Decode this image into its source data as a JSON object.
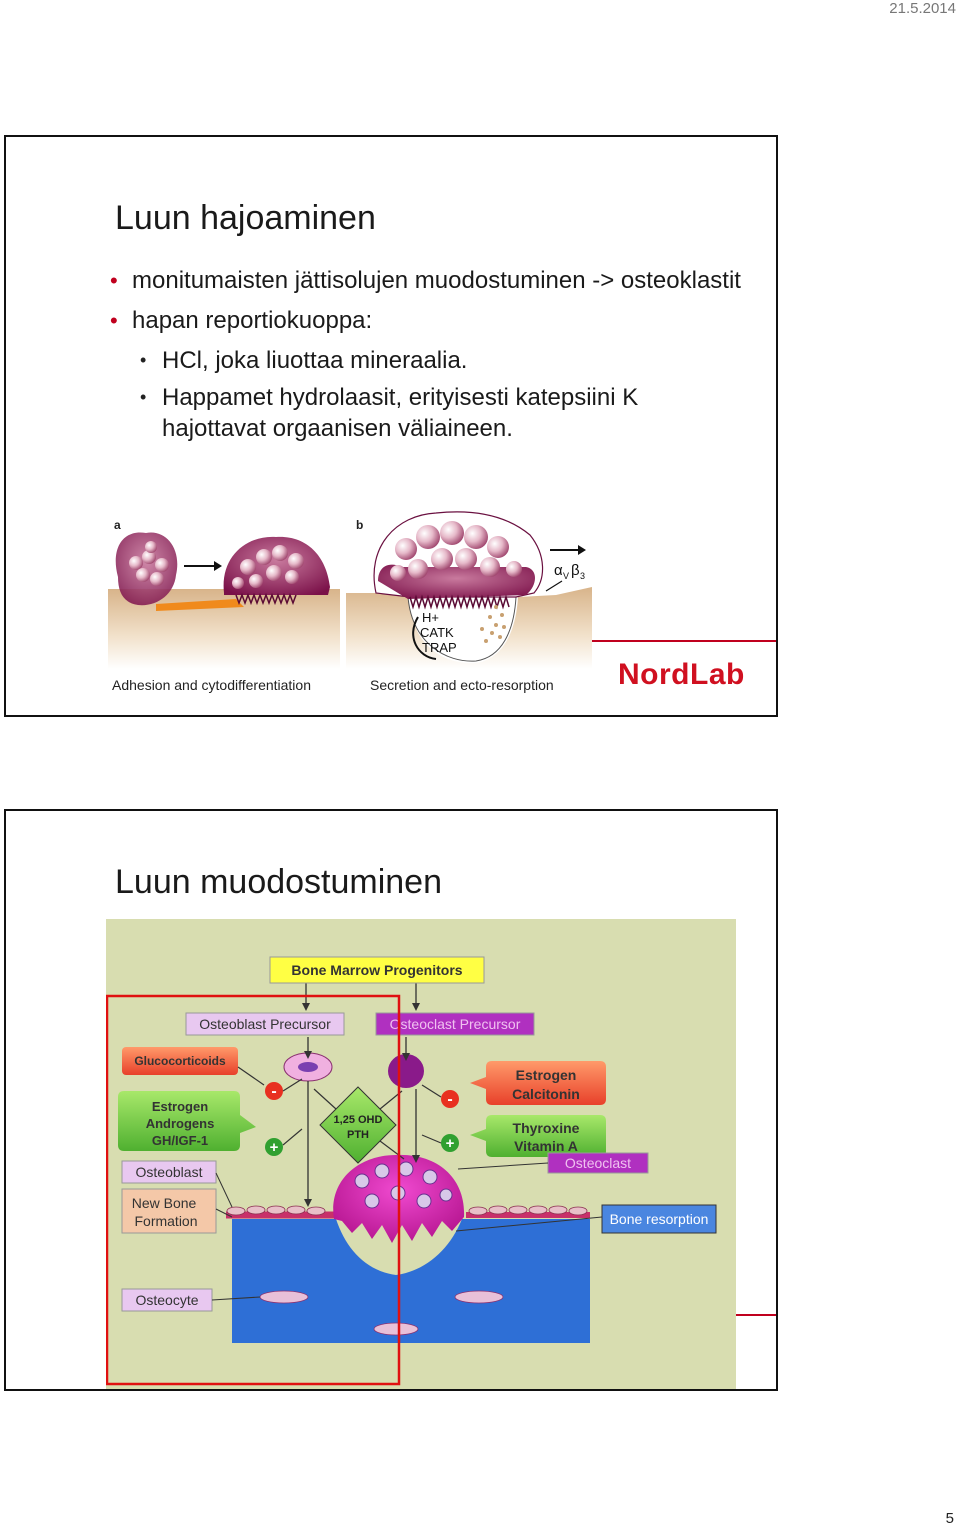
{
  "page": {
    "date": "21.5.2014",
    "number": "5"
  },
  "slide1": {
    "title": "Luun hajoaminen",
    "bullets": [
      {
        "text": "monitumaisten jättisolujen muodostuminen -> osteoklastit"
      },
      {
        "text": "hapan reportiokuoppa:"
      },
      {
        "text": "HCl, joka liuottaa mineraalia."
      },
      {
        "text": "Happamet hydrolaasit, erityisesti katepsiini K hajottavat orgaanisen väliaineen."
      }
    ],
    "figure": {
      "panel_a_letter": "a",
      "panel_b_letter": "b",
      "caption_a": "Adhesion and cytodifferentiation",
      "caption_b": "Secretion and ecto-resorption",
      "integrin_alpha": "α",
      "integrin_v": "V",
      "integrin_beta": "β",
      "integrin_3": "3",
      "h_plus": "H+",
      "catk": "CATK",
      "trap": "TRAP"
    },
    "logo": "NordLab",
    "colors": {
      "accent_red": "#c0001e"
    }
  },
  "slide2": {
    "title": "Luun muodostuminen",
    "diagram": {
      "bone_marrow": "Bone Marrow Progenitors",
      "osteoblast_precursor": "Osteoblast Precursor",
      "osteoclast_precursor": "Osteoclast Precursor",
      "glucocorticoids": "Glucocorticoids",
      "estrogen_androgens": [
        "Estrogen",
        "Androgens",
        "GH/IGF-1"
      ],
      "pth": [
        "1,25 OHD",
        "PTH"
      ],
      "estrogen_calcitonin": [
        "Estrogen",
        "Calcitonin"
      ],
      "thyroxine": [
        "Thyroxine",
        "Vitamin A"
      ],
      "osteoblast": "Osteoblast",
      "osteoclast": "Osteoclast",
      "new_bone": [
        "New Bone",
        "Formation"
      ],
      "bone_resorption": "Bone resorption",
      "osteocyte": "Osteocyte",
      "minus": "-",
      "plus": "+"
    }
  }
}
